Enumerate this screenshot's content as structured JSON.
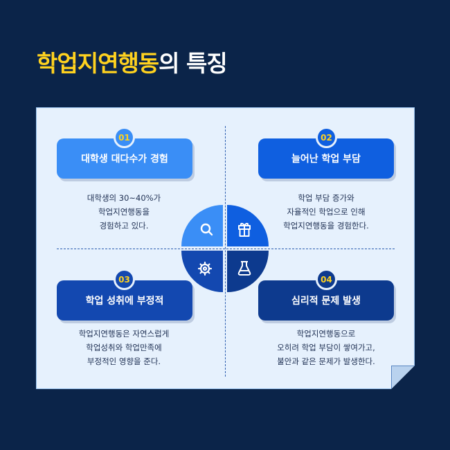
{
  "title": {
    "highlight": "학업지연행동",
    "rest": "의 특징"
  },
  "colors": {
    "background": "#0b2449",
    "accent": "#ffd21f",
    "card": "#e6f1fd",
    "blue_1": "#3a8ef6",
    "blue_2": "#0f5fe0",
    "blue_3": "#1348b0",
    "blue_4": "#0d3a8e"
  },
  "items": [
    {
      "number": "01",
      "label": "대학생 대다수가 경험",
      "lines": [
        "대학생의 30~40%가",
        "학업지연행동을",
        "경험하고 있다."
      ],
      "icon": "search-icon"
    },
    {
      "number": "02",
      "label": "늘어난 학업 부담",
      "lines": [
        "학업 부담 증가와",
        "자율적인 학업으로 인해",
        "학업지연행동을 경험한다."
      ],
      "icon": "gift-icon"
    },
    {
      "number": "03",
      "label": "학업 성취에 부정적",
      "lines": [
        "학업지연행동은 자연스럽게",
        "학업성취와 학업만족에",
        "부정적인 영향을 준다."
      ],
      "icon": "gear-wrench-icon"
    },
    {
      "number": "04",
      "label": "심리적 문제 발생",
      "lines": [
        "학업지연행동으로",
        "오히려 학업 부담이 쌓여가고,",
        "불안과 같은 문제가 발생한다."
      ],
      "icon": "flask-icon"
    }
  ]
}
